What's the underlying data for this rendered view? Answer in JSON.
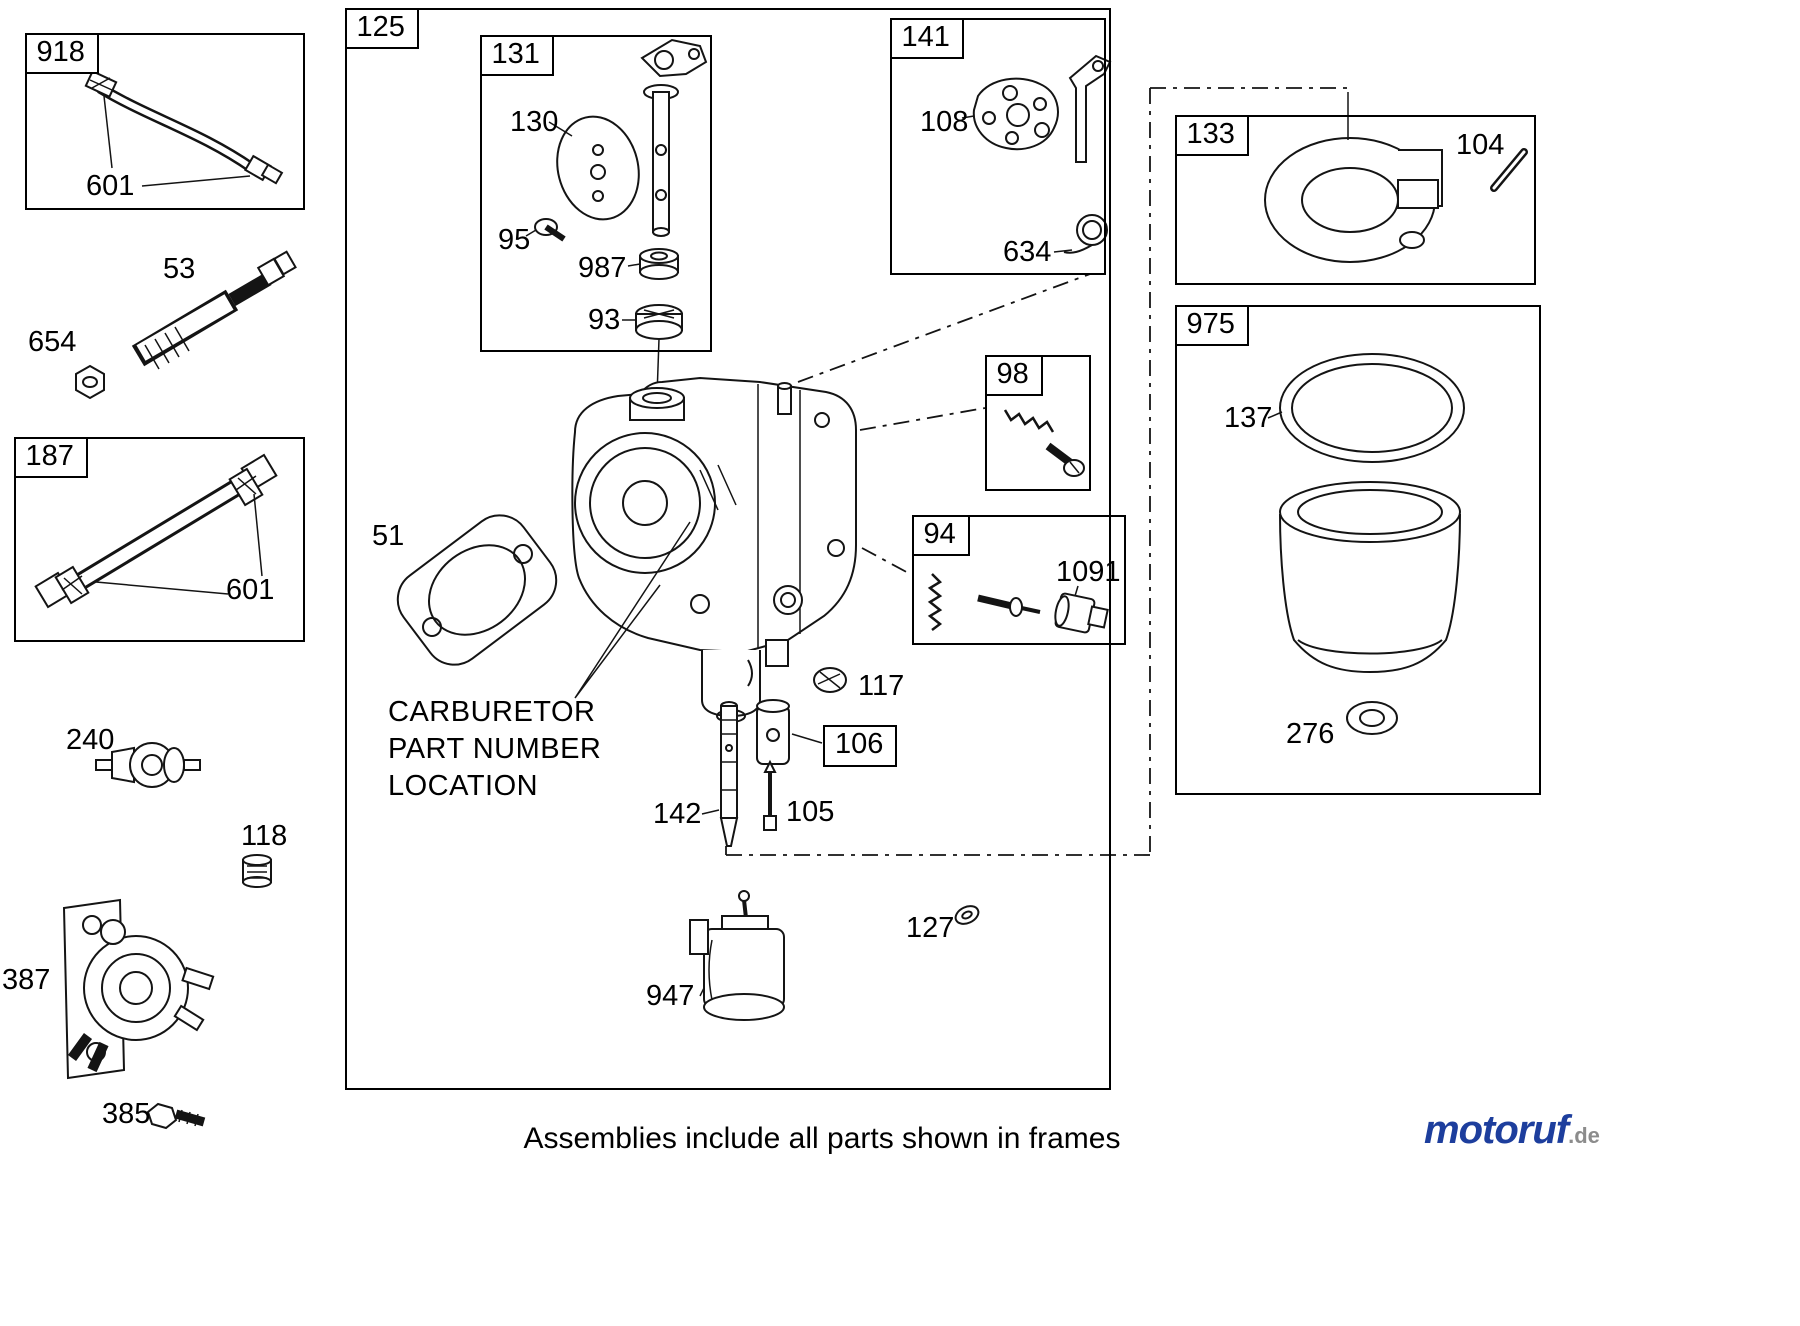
{
  "diagram": {
    "footer_note": "Assemblies include all parts shown in frames",
    "annotation": {
      "line1": "CARBURETOR",
      "line2": "PART NUMBER",
      "line3": "LOCATION"
    },
    "watermark": {
      "brand": "motoruf",
      "tld": ".de",
      "brand_color": "#1d3e9d",
      "tld_color": "#8c8c8c"
    },
    "line_color": "#141414",
    "background": "#ffffff"
  },
  "frames": {
    "f918": "918",
    "f187": "187",
    "f125": "125",
    "f131": "131",
    "f141": "141",
    "f98": "98",
    "f94": "94",
    "f133": "133",
    "f975": "975",
    "f106": "106"
  },
  "parts": {
    "hose_clamp_601": "601",
    "pipe_53": "53",
    "nut_654": "654",
    "line_clamp_601": "601",
    "filter_240": "240",
    "fitting_118": "118",
    "pump_387": "387",
    "bolt_385": "385",
    "plate_130": "130",
    "screw_95": "95",
    "bushing_987": "987",
    "seal_93": "93",
    "gasket_108": "108",
    "spring_634": "634",
    "pin_104": "104",
    "oring_137": "137",
    "washer_276": "276",
    "gasket_51": "51",
    "plug_117": "117",
    "tube_142": "142",
    "needle_105": "105",
    "solenoid_947": "947",
    "seal_127": "127",
    "seat_1091": "1091"
  }
}
